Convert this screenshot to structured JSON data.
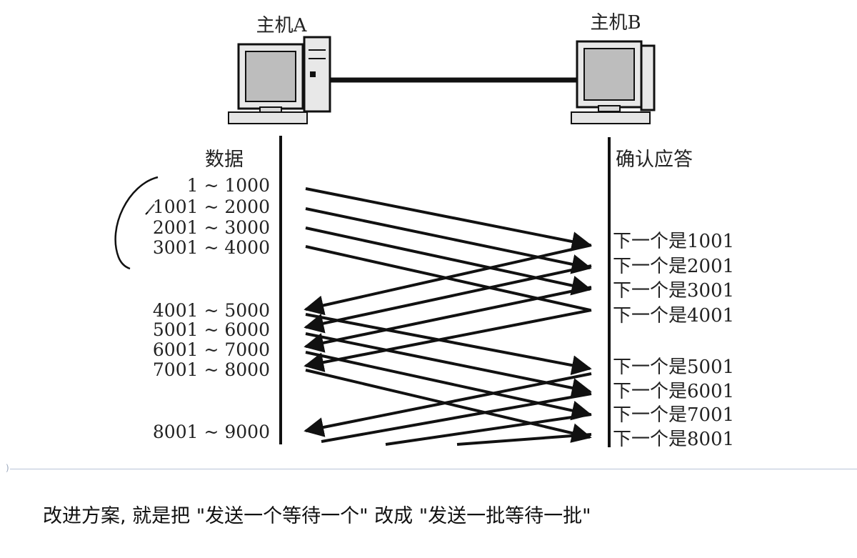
{
  "hosts": {
    "a": "主机A",
    "b": "主机B"
  },
  "columns": {
    "data": "数据",
    "ack": "确认应答"
  },
  "segments_group1": [
    "1 ~ 1000",
    "1001 ~ 2000",
    "2001 ~ 3000",
    "3001 ~ 4000"
  ],
  "segments_group2": [
    "4001 ~ 5000",
    "5001 ~ 6000",
    "6001 ~ 7000",
    "7001 ~ 8000"
  ],
  "segments_group3": [
    "8001 ~ 9000"
  ],
  "acks_group1": [
    "下一个是1001",
    "下一个是2001",
    "下一个是3001",
    "下一个是4001"
  ],
  "acks_group2": [
    "下一个是5001",
    "下一个是6001",
    "下一个是7001",
    "下一个是8001"
  ],
  "caption": "改进方案, 就是把 \"发送一个等待一个\" 改成 \"发送一批等待一批\""
}
